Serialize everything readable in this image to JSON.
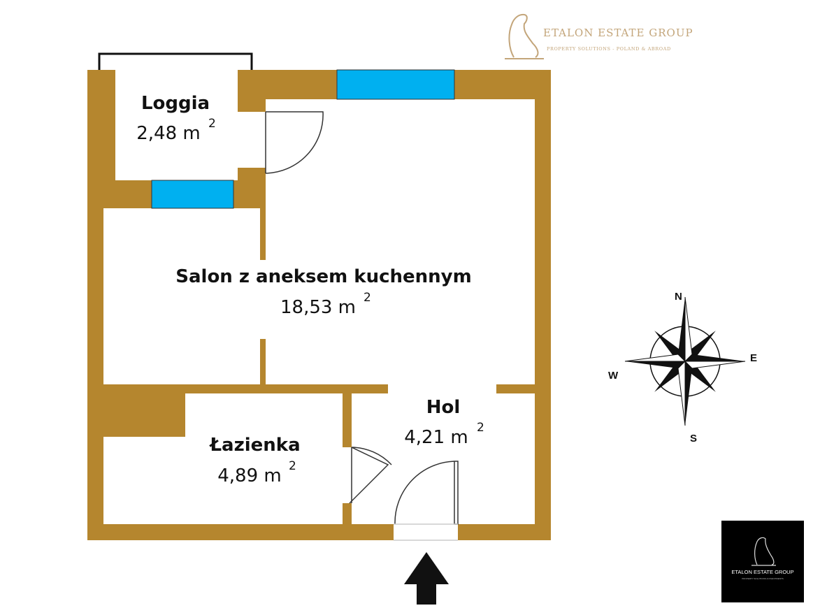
{
  "colors": {
    "wall": "#b5862e",
    "window": "#00b0f0",
    "background": "#ffffff"
  },
  "logo_top": {
    "title": "ETALON ESTATE GROUP",
    "subtitle": "PROPERTY SOLUTIONS - POLAND & ABROAD"
  },
  "logo_bottom": {
    "title": "ETALON ESTATE GROUP",
    "subtitle": "PROPERTY SOLUTIONS & INVESTMENTS"
  },
  "rooms": [
    {
      "name": "Loggia",
      "area": "2,48 m",
      "unit_exp": "2"
    },
    {
      "name": "Salon z aneksem kuchennym",
      "area": "18,53 m",
      "unit_exp": "2"
    },
    {
      "name": "Hol",
      "area": "4,21 m",
      "unit_exp": "2"
    },
    {
      "name": "Łazienka",
      "area": "4,89 m",
      "unit_exp": "2"
    }
  ],
  "compass": {
    "n": "N",
    "e": "E",
    "s": "S",
    "w": "W"
  },
  "entrance_icon": "arrow-up-icon"
}
